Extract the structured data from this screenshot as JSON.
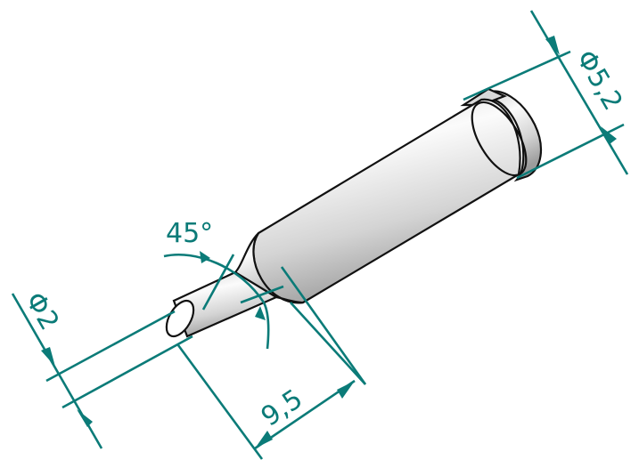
{
  "drawing": {
    "subject": "soldering tip",
    "colors": {
      "dimension": "#0b7b78",
      "outline": "#111111",
      "body_light": "#f2f2f2",
      "body_dark": "#9a9a9a"
    },
    "dimensions": {
      "shank_diameter": {
        "symbol": "Φ",
        "value": "5,2"
      },
      "tip_diameter": {
        "symbol": "Φ",
        "value": "2"
      },
      "tip_length": {
        "value": "9,5"
      },
      "tip_angle": {
        "value": "45°"
      }
    }
  }
}
